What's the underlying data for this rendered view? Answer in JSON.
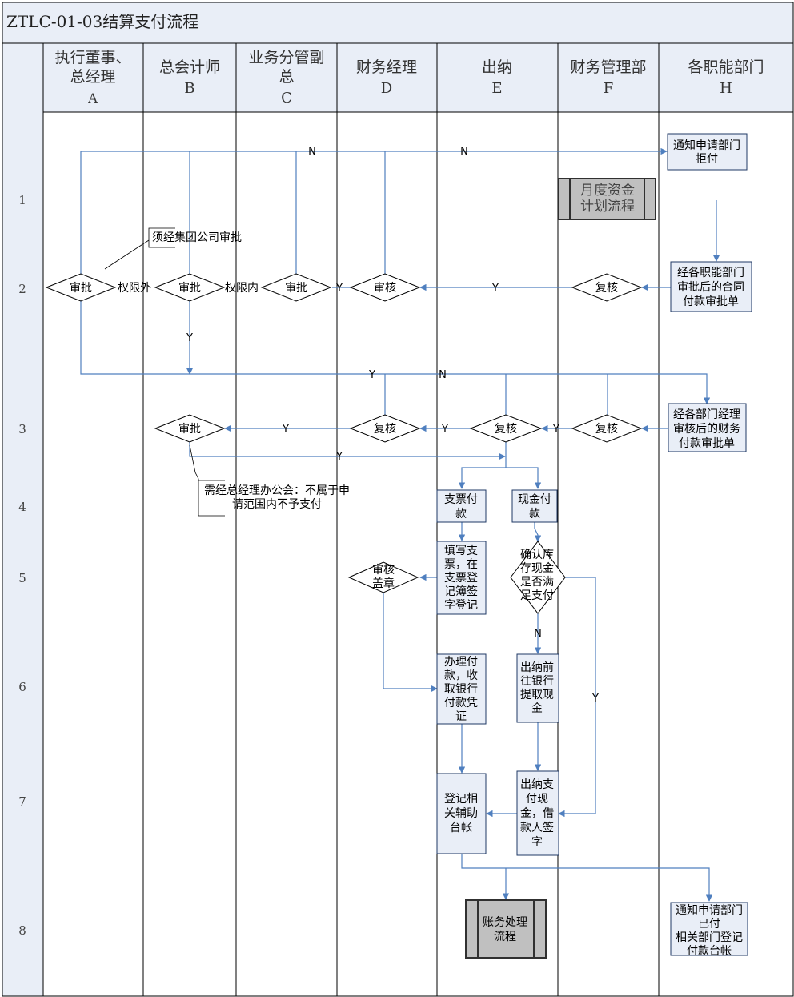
{
  "title": "ZTLC-01-03结算支付流程",
  "lanes": [
    {
      "name": "执行董事、",
      "name2": "总经理",
      "letter": "A"
    },
    {
      "name": "总会计师",
      "name2": "",
      "letter": "B"
    },
    {
      "name": "业务分管副",
      "name2": "总",
      "letter": "C"
    },
    {
      "name": "财务经理",
      "name2": "",
      "letter": "D"
    },
    {
      "name": "出纳",
      "name2": "",
      "letter": "E"
    },
    {
      "name": "财务管理部",
      "name2": "",
      "letter": "F"
    },
    {
      "name": "各职能部门",
      "name2": "",
      "letter": "H"
    }
  ],
  "rows": [
    "1",
    "2",
    "3",
    "4",
    "5",
    "6",
    "7",
    "8"
  ],
  "nodes": {
    "notify_reject": [
      "通知申请部门",
      "拒付"
    ],
    "monthly_fund_plan": [
      "月度资金",
      "计划流程"
    ],
    "contract_payment_form": [
      "经各职能部门",
      "审批后的合同",
      "付款审批单"
    ],
    "approve_a2": "审批",
    "approve_b2": "审批",
    "approve_c2": "审批",
    "review_d2": "审核",
    "recheck_f2": "复核",
    "finance_payment_form": [
      "经各部门经理",
      "审核后的财务",
      "付款审批单"
    ],
    "approve_b3": "审批",
    "recheck_d3": "复核",
    "recheck_e3": "复核",
    "recheck_f3": "复核",
    "cheque_pay": [
      "支票付",
      "款"
    ],
    "cash_pay": [
      "现金付",
      "款"
    ],
    "fill_cheque": [
      "填写支",
      "票，在",
      "支票登",
      "记簿签",
      "字登记"
    ],
    "check_cash": [
      "确认库",
      "存现金",
      "是否满",
      "足支付"
    ],
    "review_seal": [
      "审核",
      "盖章"
    ],
    "handle_payment": [
      "办理付",
      "款，收",
      "取银行",
      "付款凭",
      "证"
    ],
    "bank_withdraw": [
      "出纳前",
      "往银行",
      "提取现",
      "金"
    ],
    "register_ledger": [
      "登记相",
      "关辅助",
      "台帐"
    ],
    "cash_sign": [
      "出纳支",
      "付现",
      "金，借",
      "款人签",
      "字"
    ],
    "accounting_process": [
      "账务处理",
      "流程"
    ],
    "notify_paid": [
      "通知申请部门",
      "已付",
      "相关部门登记",
      "付款台帐"
    ]
  },
  "notes": {
    "group_approval": "须经集团公司审批",
    "gm_meeting": [
      "需经总经理办公会：不属于申",
      "请范围内不予支付"
    ]
  },
  "edge_labels": {
    "yes": "Y",
    "no": "N",
    "beyond_limit": "权限外",
    "within_limit": "权限内"
  },
  "colors": {
    "line": "#4f7fbf",
    "grid": "#000000",
    "header_fill": "#e9eef7",
    "subprocess_fill": "#c0c0c0",
    "subprocess_border": "#303030"
  }
}
